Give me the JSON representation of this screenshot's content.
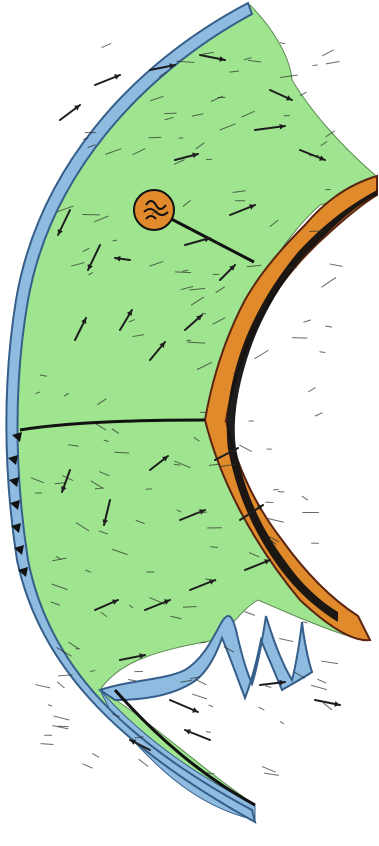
{
  "diagram": {
    "colors": {
      "background": "#ffffff",
      "mantle": "#9fe58f",
      "ocean_layer": "#8fbbe0",
      "crust_orange": "#e08a2c",
      "crust_dark": "#5a2410",
      "core_edge": "#111111",
      "outline": "#1e3a5f",
      "line": "#111111",
      "marker_fill": "#e08a2c"
    },
    "regions": [
      "mantle-sector",
      "outer-blue-layer",
      "inner-orange-layer",
      "folded-blue-intrusion",
      "circular-marker"
    ],
    "flow_arrows": "many"
  }
}
